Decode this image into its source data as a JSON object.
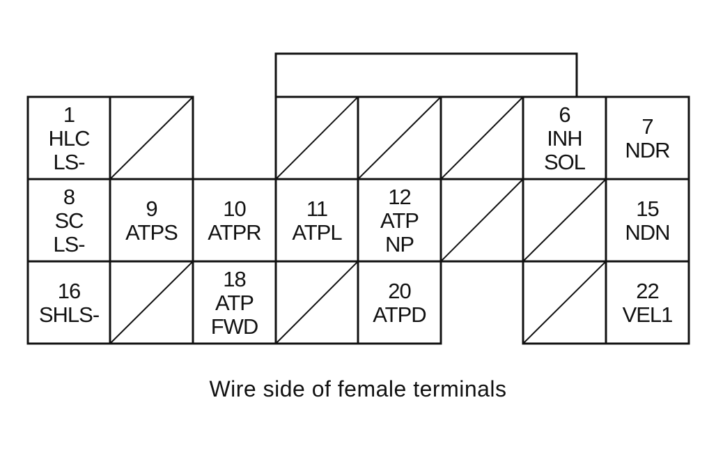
{
  "caption": "Wire side of female terminals",
  "terminals": [
    {
      "id": "t1",
      "lines": [
        "1",
        "HLC",
        "LS-"
      ]
    },
    {
      "id": "t6",
      "lines": [
        "6",
        "INH",
        "SOL"
      ]
    },
    {
      "id": "t7",
      "lines": [
        "7",
        "NDR"
      ]
    },
    {
      "id": "t8",
      "lines": [
        "8",
        "SC",
        "LS-"
      ]
    },
    {
      "id": "t9",
      "lines": [
        "9",
        "ATPS"
      ]
    },
    {
      "id": "t10",
      "lines": [
        "10",
        "ATPR"
      ]
    },
    {
      "id": "t11",
      "lines": [
        "11",
        "ATPL"
      ]
    },
    {
      "id": "t12",
      "lines": [
        "12",
        "ATP",
        "NP"
      ]
    },
    {
      "id": "t15",
      "lines": [
        "15",
        "NDN"
      ]
    },
    {
      "id": "t16",
      "lines": [
        "16",
        "SHLS-"
      ]
    },
    {
      "id": "t18",
      "lines": [
        "18",
        "ATP",
        "FWD"
      ]
    },
    {
      "id": "t20",
      "lines": [
        "20",
        "ATPD"
      ]
    },
    {
      "id": "t22",
      "lines": [
        "22",
        "VEL1"
      ]
    }
  ],
  "style": {
    "line_color": "#111111",
    "background": "#ffffff"
  }
}
